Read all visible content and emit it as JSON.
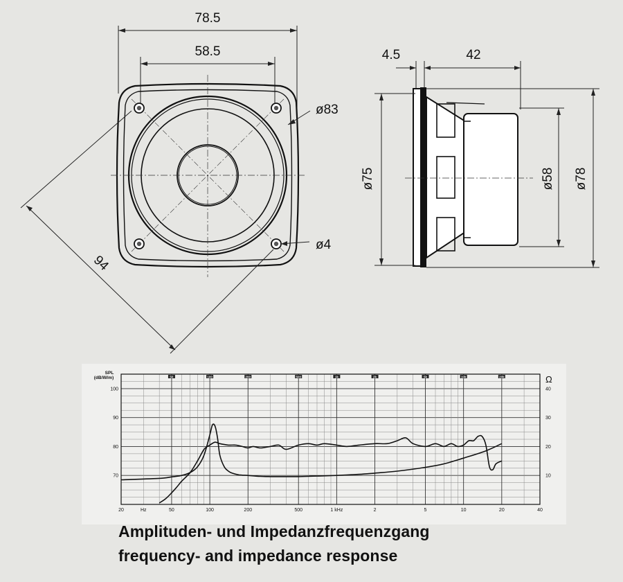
{
  "drawing": {
    "front_view": {
      "dim_outer_width": "78.5",
      "dim_hole_spacing": "58.5",
      "dim_diagonal": "94",
      "dim_cutout": "ø83",
      "dim_hole": "ø4"
    },
    "side_view": {
      "dim_flange": "4.5",
      "dim_depth": "42",
      "dim_front_dia": "ø75",
      "dim_magnet_dia": "ø58",
      "dim_overall_dia": "ø78"
    }
  },
  "chart_data": {
    "type": "line",
    "ylabel_left_line1": "SPL",
    "ylabel_left_line2": "(dB/W/m)",
    "ylabel_right": "Ω",
    "x_scale": "log",
    "xlim": [
      20,
      40000
    ],
    "x_tick_labels": [
      "20",
      "Hz",
      "50",
      "100",
      "200",
      "500",
      "1 kHz",
      "2",
      "5",
      "10",
      "20",
      "40"
    ],
    "x_top_labels": [
      "50",
      "100",
      "200",
      "500",
      "1k",
      "2k",
      "5k",
      "10k",
      "20k"
    ],
    "y_left_ticks": [
      "100",
      "90",
      "80",
      "70"
    ],
    "y_left_range": [
      60,
      105
    ],
    "y_right_ticks": [
      "40",
      "30",
      "20",
      "10"
    ],
    "y_right_range": [
      0,
      45
    ],
    "grid": true,
    "series": [
      {
        "role": "spl",
        "axis": "left",
        "x": [
          40,
          45,
          50,
          55,
          60,
          70,
          80,
          90,
          100,
          110,
          120,
          140,
          160,
          180,
          200,
          220,
          250,
          300,
          350,
          400,
          500,
          600,
          700,
          800,
          1000,
          1200,
          1500,
          2000,
          2500,
          3000,
          3500,
          4000,
          5000,
          6000,
          7000,
          8000,
          9000,
          10000,
          11000,
          12000,
          13000,
          14000,
          15000,
          16000,
          17000,
          18000,
          20000
        ],
        "y": [
          60.5,
          62,
          64,
          66,
          68,
          71,
          75,
          79,
          80.5,
          81.5,
          81,
          80.5,
          80.5,
          80,
          79.5,
          80,
          79.5,
          80,
          80.5,
          79,
          80.5,
          81,
          80.5,
          81,
          80.5,
          80,
          80.5,
          81,
          81,
          82,
          83,
          81,
          80,
          81,
          80,
          81,
          80,
          80.5,
          82,
          82,
          83.5,
          83.5,
          80.5,
          73,
          72,
          74,
          75
        ]
      },
      {
        "role": "impedance",
        "axis": "right",
        "x": [
          20,
          40,
          50,
          60,
          70,
          80,
          90,
          100,
          105,
          110,
          115,
          120,
          130,
          140,
          150,
          170,
          200,
          250,
          300,
          400,
          500,
          700,
          1000,
          1500,
          2000,
          3000,
          5000,
          7000,
          10000,
          15000,
          20000
        ],
        "y": [
          8.5,
          9,
          9.5,
          10,
          11,
          13,
          17,
          24,
          27.5,
          27,
          23,
          17,
          13,
          11.5,
          10.8,
          10.2,
          10,
          9.7,
          9.6,
          9.6,
          9.6,
          9.8,
          10,
          10.4,
          10.8,
          11.5,
          12.8,
          14,
          16,
          18.5,
          21
        ]
      }
    ]
  },
  "caption": {
    "line1": "Amplituden- und Impedanzfrequenzgang",
    "line2": "frequency- and impedance response"
  }
}
